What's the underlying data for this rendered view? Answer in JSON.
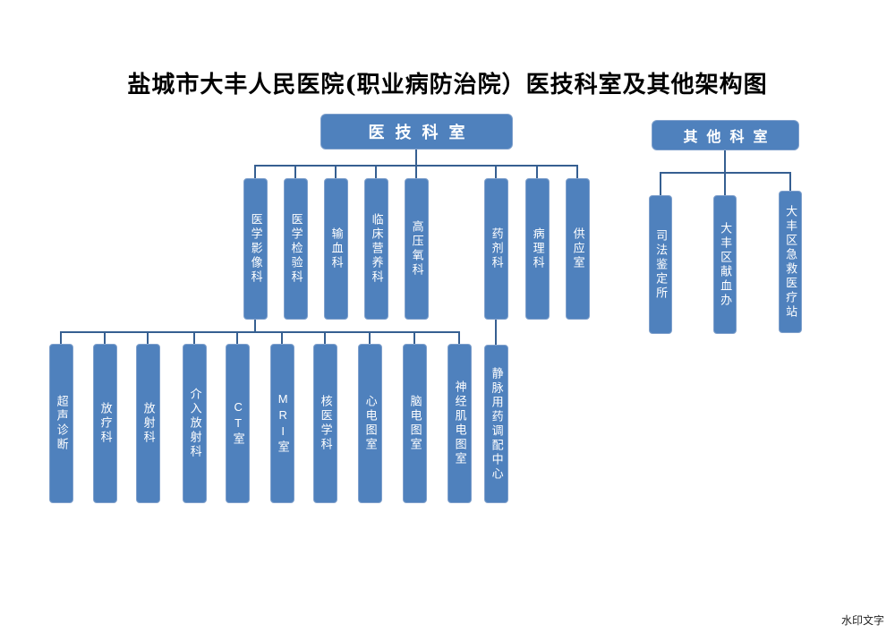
{
  "title": "盐城市大丰人民医院(职业病防治院）医技科室及其他架构图",
  "watermark": "水印文字",
  "colors": {
    "box_fill": "#4f81bd",
    "box_border": "#7fa0cc",
    "box_text": "#ffffff",
    "connector": "#365f91",
    "title_text": "#000000",
    "watermark_text": "#1f1f1f"
  },
  "org": {
    "medtech": {
      "label": "医技科室",
      "children": [
        {
          "label": "医学影像科",
          "children": [
            {
              "label": "超声诊断"
            },
            {
              "label": "放疗科"
            },
            {
              "label": "放射科"
            },
            {
              "label": "介入放射科"
            },
            {
              "label": "CT室"
            },
            {
              "label": "MRI室"
            },
            {
              "label": "核医学科"
            },
            {
              "label": "心电图室"
            },
            {
              "label": "脑电图室"
            },
            {
              "label": "神经肌电图室"
            }
          ]
        },
        {
          "label": "医学检验科"
        },
        {
          "label": "输血科"
        },
        {
          "label": "临床营养科"
        },
        {
          "label": "高压氧科"
        },
        {
          "label": "药剂科",
          "children": [
            {
              "label": "静脉用药调配中心"
            }
          ]
        },
        {
          "label": "病理科"
        },
        {
          "label": "供应室"
        }
      ]
    },
    "other": {
      "label": "其他科室",
      "children": [
        {
          "label": "司法鉴定所"
        },
        {
          "label": "大丰区献血办"
        },
        {
          "label": "大丰区急救医疗站"
        }
      ]
    }
  }
}
